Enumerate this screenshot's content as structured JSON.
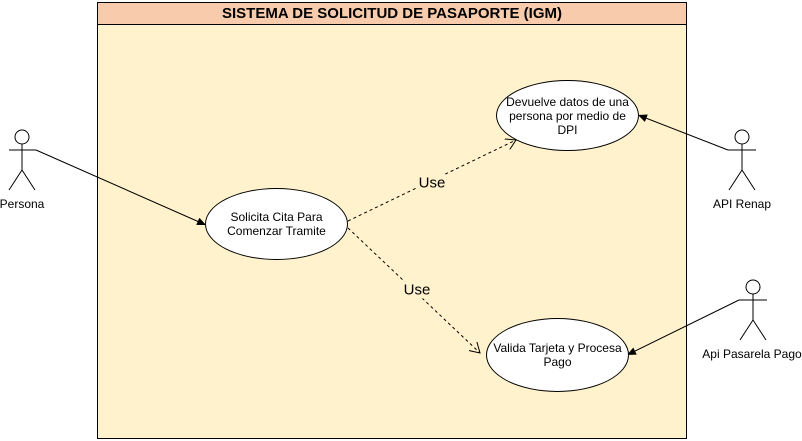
{
  "system": {
    "title": "SISTEMA DE SOLICITUD DE PASAPORTE (IGM)"
  },
  "use_cases": {
    "solicita": "Solicita Cita Para Comenzar Tramite",
    "devuelve": "Devuelve datos de una persona por medio de DPI",
    "valida": "Valida Tarjeta y Procesa Pago"
  },
  "actors": {
    "persona": "Persona",
    "renap": "API Renap",
    "pasarela": "Api Pasarela Pago"
  },
  "relations": {
    "use_top": "Use",
    "use_bottom": "Use"
  },
  "colors": {
    "system_fill": "#fff2cc",
    "title_fill": "#f8cbad"
  }
}
